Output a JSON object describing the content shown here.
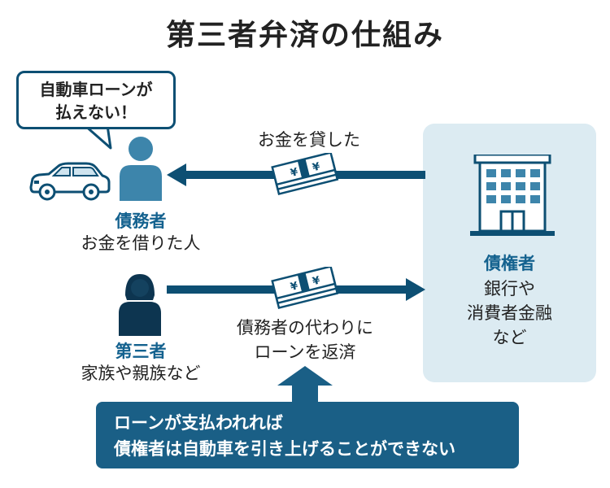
{
  "title": "第三者弁済の仕組み",
  "bubble": {
    "line1": "自動車ローンが",
    "line2": "払えない！"
  },
  "debtor": {
    "role": "債務者",
    "desc": "お金を借りた人"
  },
  "third_party": {
    "role": "第三者",
    "desc": "家族や親族など"
  },
  "creditor": {
    "role": "債権者",
    "desc_lines": [
      "銀行や",
      "消費者金融",
      "など"
    ]
  },
  "arrow_top_label": "お金を貸した",
  "arrow_bottom_label": {
    "line1": "債務者の代わりに",
    "line2": "ローンを返済"
  },
  "note": {
    "line1": "ローンが支払われれば",
    "line2": "債権者は自動車を引き上げることができない"
  },
  "colors": {
    "navy": "#0d4f73",
    "accent": "#14628f",
    "light_box": "#dcebf2",
    "note_bg": "#1a5f86",
    "person_blue": "#3d85ab"
  }
}
